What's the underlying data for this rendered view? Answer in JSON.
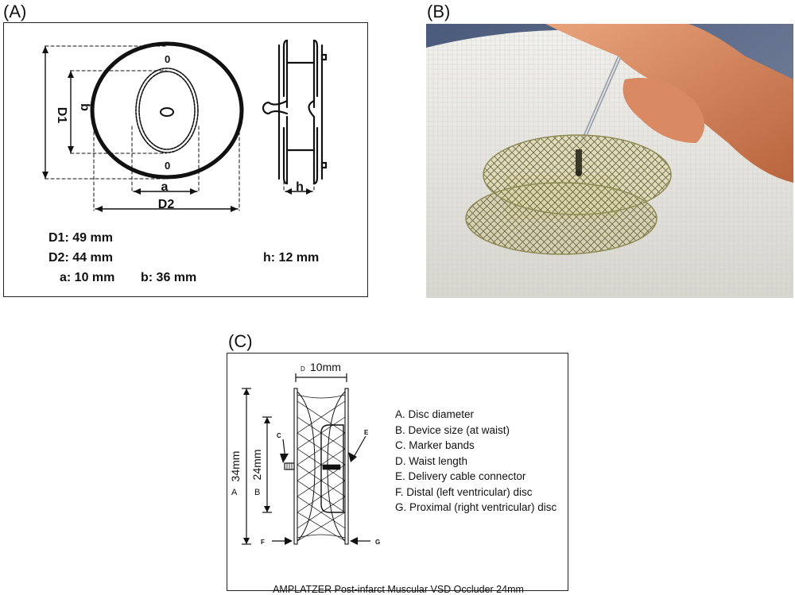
{
  "panels": {
    "a_label": "(A)",
    "b_label": "(B)",
    "c_label": "(C)"
  },
  "panel_a": {
    "labels": {
      "D1": "D1",
      "D2": "D2",
      "a": "a",
      "b": "b",
      "h": "h",
      "marker_top": "0",
      "marker_bottom": "0"
    },
    "specs": {
      "d1": "D1: 49 mm",
      "d2": "D2: 44 mm",
      "a": "a: 10 mm",
      "b": "b: 36 mm",
      "h": "h: 12 mm"
    }
  },
  "panel_c": {
    "top_label_letter": "D",
    "top_dimension": "10mm",
    "dim_34": "34mm",
    "dim_24": "24mm",
    "letter_A": "A",
    "letter_B": "B",
    "letter_C": "C",
    "letter_E": "E",
    "letter_F": "F",
    "letter_G": "G",
    "legend": [
      "A. Disc diameter",
      "B. Device size (at waist)",
      "C. Marker bands",
      "D. Waist length",
      "E. Delivery cable connector",
      "F. Distal (left ventricular) disc",
      "G. Proximal (right ventricular) disc"
    ],
    "caption": "AMPLATZER Post-infarct Muscular VSD Occluder 24mm"
  },
  "colors": {
    "line": "#111111",
    "background": "#ffffff"
  }
}
